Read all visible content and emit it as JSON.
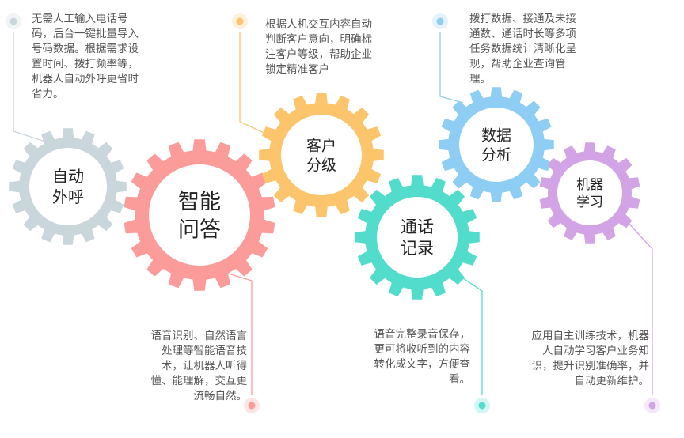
{
  "gears": [
    {
      "id": "auto-call",
      "label_lines": [
        "自动",
        "外呼"
      ],
      "color": "#c9d6dc",
      "description": "无需人工输入电话号码，后台一键批量导入号码数据。根据需求设置时间、拨打频率等，机器人自动外呼更省时省力。"
    },
    {
      "id": "smart-qa",
      "label_lines": [
        "智能",
        "问答"
      ],
      "color": "#fb9c9a",
      "description": "语音识别、自然语言处理等智能语音技术，让机器人听得懂、能理解，交互更流畅自然。"
    },
    {
      "id": "customer-grading",
      "label_lines": [
        "客户",
        "分级"
      ],
      "color": "#fcc56c",
      "description": "根据人机交互内容自动判断客户意向，明确标注客户等级，帮助企业锁定精准客户"
    },
    {
      "id": "call-record",
      "label_lines": [
        "通话",
        "记录"
      ],
      "color": "#52dccb",
      "description": "语音完整录音保存，更可将收听到的内容转化成文字，方便查看。"
    },
    {
      "id": "data-analysis",
      "label_lines": [
        "数据",
        "分析"
      ],
      "color": "#8ecdf4",
      "description": "拨打数据、接通及未接通数、通话时长等多项任务数据统计清晰化呈现，帮助企业查询管理。"
    },
    {
      "id": "machine-learning",
      "label_lines": [
        "机器",
        "学习"
      ],
      "color": "#d2a4e6",
      "description": "应用自主训练技术，机器人自动学习客户业务知识，提升识别准确率，并自动更新维护。"
    }
  ]
}
